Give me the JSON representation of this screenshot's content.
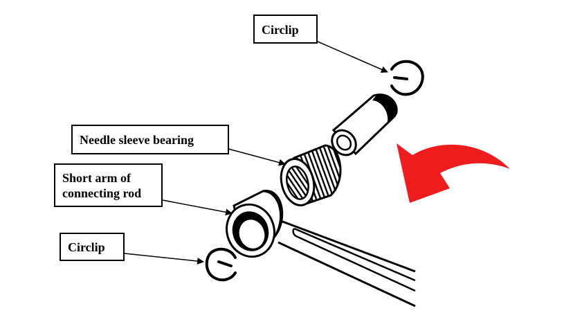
{
  "labels": {
    "circlip_top": "Circlip",
    "needle_bearing": "Needle sleeve bearing",
    "short_arm_line1": "Short arm of",
    "short_arm_line2": "connecting rod",
    "circlip_bottom": "Circlip"
  },
  "colors": {
    "arrow": "#ee1c1c",
    "ink": "#000000",
    "background": "#ffffff"
  }
}
